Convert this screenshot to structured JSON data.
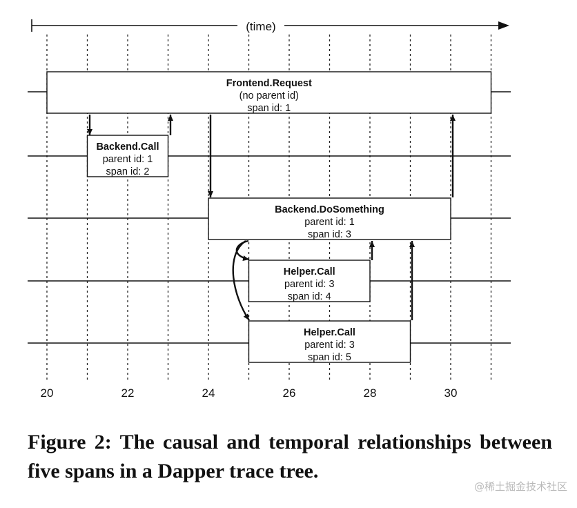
{
  "axis": {
    "label": "(time)",
    "tick_labels": [
      "20",
      "22",
      "24",
      "26",
      "28",
      "30"
    ]
  },
  "spans": [
    {
      "name": "Frontend.Request",
      "parent_line": "(no parent id)",
      "span_line": "span id: 1",
      "start": 20,
      "end": 31
    },
    {
      "name": "Backend.Call",
      "parent_line": "parent id: 1",
      "span_line": "span id: 2",
      "start": 21,
      "end": 23
    },
    {
      "name": "Backend.DoSomething",
      "parent_line": "parent id: 1",
      "span_line": "span id: 3",
      "start": 24,
      "end": 30
    },
    {
      "name": "Helper.Call",
      "parent_line": "parent id: 3",
      "span_line": "span id: 4",
      "start": 25,
      "end": 28
    },
    {
      "name": "Helper.Call",
      "parent_line": "parent id: 3",
      "span_line": "span id: 5",
      "start": 25,
      "end": 29
    }
  ],
  "caption": "Figure 2: The causal and temporal relationships between five spans in a Dapper trace tree.",
  "watermark": "@稀土掘金技术社区",
  "colors": {
    "ink": "#111111",
    "watermark": "#b9b9b9"
  }
}
